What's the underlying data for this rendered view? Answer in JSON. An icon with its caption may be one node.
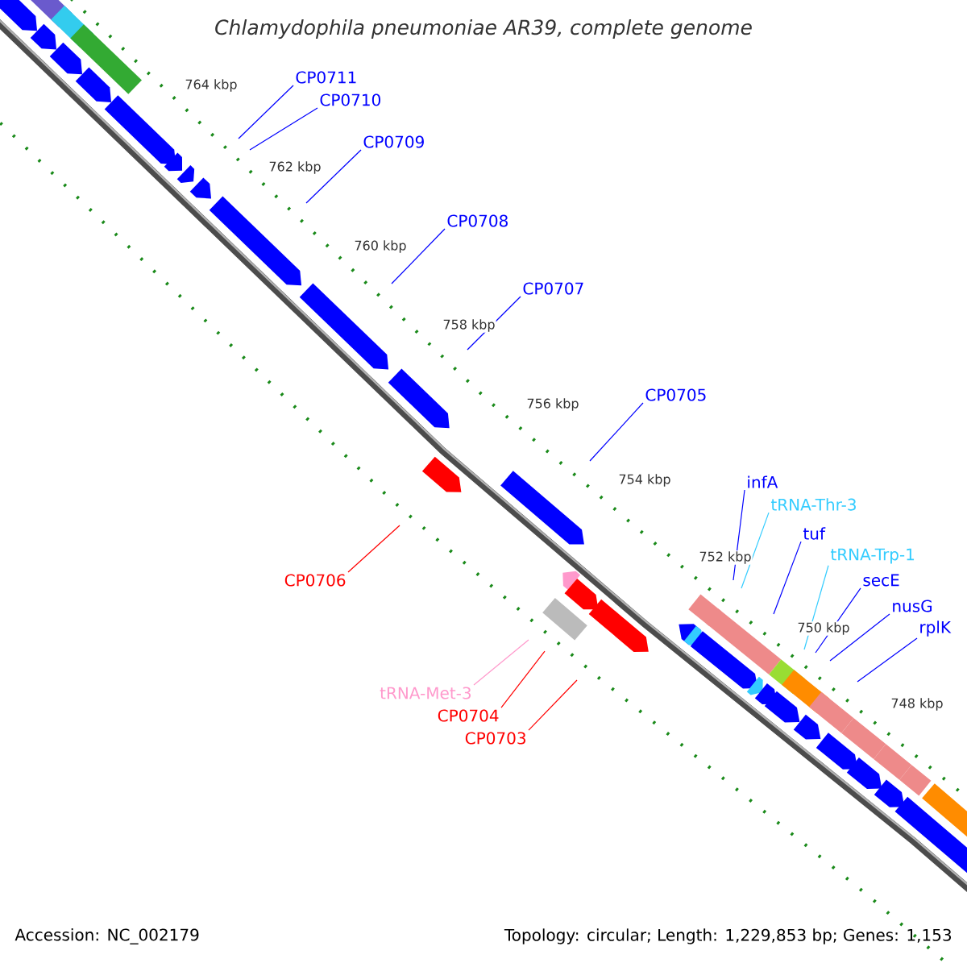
{
  "diagram": {
    "title": "Chlamydophila pneumoniae AR39, complete genome",
    "nodes": [
      {
        "text": [
          "CP0711"
        ]
      },
      {
        "text": [
          "CP0710"
        ]
      },
      {
        "text": [
          "CP0709"
        ]
      },
      {
        "text": [
          "CP0708"
        ]
      },
      {
        "text": [
          "CP0707"
        ]
      },
      {
        "text": [
          "CP0705"
        ]
      },
      {
        "text": [
          "infA"
        ]
      },
      {
        "text": [
          "tRNA-Thr-3"
        ]
      },
      {
        "text": [
          "tuf"
        ]
      },
      {
        "text": [
          "tRNA-Trp-1"
        ]
      },
      {
        "text": [
          "secE"
        ]
      },
      {
        "text": [
          "nusG"
        ]
      },
      {
        "text": [
          "rplK"
        ]
      },
      {
        "text": [
          "CP0706"
        ]
      },
      {
        "text": [
          "tRNA-Met-3"
        ]
      },
      {
        "text": [
          "CP0704"
        ]
      },
      {
        "text": [
          "CP0703"
        ]
      }
    ],
    "edges": [
      {
        "from": 0,
        "to": null,
        "arrow": "none"
      },
      {
        "from": 1,
        "to": null,
        "arrow": "none"
      },
      {
        "from": 2,
        "to": null,
        "arrow": "none"
      },
      {
        "from": 3,
        "to": null,
        "arrow": "none"
      },
      {
        "from": 4,
        "to": null,
        "arrow": "none"
      },
      {
        "from": 5,
        "to": null,
        "arrow": "none"
      },
      {
        "from": 6,
        "to": null,
        "arrow": "none"
      },
      {
        "from": 7,
        "to": null,
        "arrow": "none",
        "color": "#33ccff"
      },
      {
        "from": 8,
        "to": null,
        "arrow": "none"
      },
      {
        "from": 9,
        "to": null,
        "arrow": "none",
        "color": "#33ccff"
      },
      {
        "from": 10,
        "to": null,
        "arrow": "none"
      },
      {
        "from": 11,
        "to": null,
        "arrow": "none"
      },
      {
        "from": 12,
        "to": null,
        "arrow": "none"
      },
      {
        "from": 13,
        "to": null,
        "arrow": "none",
        "color": "#ff0000"
      },
      {
        "from": 14,
        "to": null,
        "arrow": "none",
        "color": "#ff99cc"
      },
      {
        "from": 15,
        "to": null,
        "arrow": "none",
        "color": "#ff0000"
      },
      {
        "from": 16,
        "to": null,
        "arrow": "none",
        "color": "#ff0000"
      }
    ],
    "labels": [
      "764 kbp",
      "762 kbp",
      "760 kbp",
      "758 kbp",
      "756 kbp",
      "754 kbp",
      "752 kbp",
      "750 kbp",
      "748 kbp",
      "Accession: NC_002179",
      "Topology: circular; Length: 1,229,853 bp; Genes: 1,153"
    ]
  }
}
